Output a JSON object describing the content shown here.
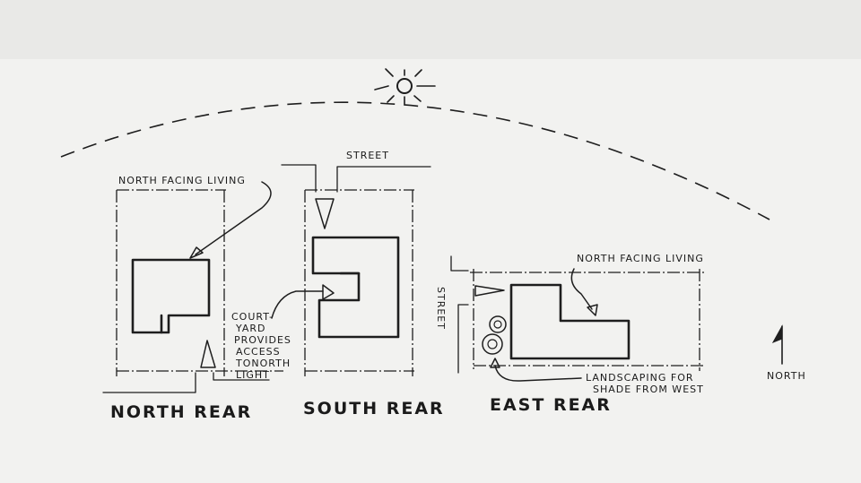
{
  "labels": {
    "north_facing_living_1": "NORTH FACING LIVING",
    "street_top": "STREET",
    "courtyard_1": "COURT-",
    "courtyard_2": "YARD",
    "courtyard_3": "PROVIDES",
    "courtyard_4": "ACCESS",
    "courtyard_5": "TONORTH",
    "courtyard_6": "LIGHT",
    "north_facing_living_2": "NORTH FACING LIVING",
    "street_side": "STREET",
    "landscaping_1": "LANDSCAPING FOR",
    "landscaping_2": "SHADE FROM WEST",
    "north_arrow": "NORTH"
  },
  "titles": {
    "north_rear": "NORTH REAR",
    "south_rear": "SOUTH REAR",
    "east_rear": "EAST REAR"
  }
}
